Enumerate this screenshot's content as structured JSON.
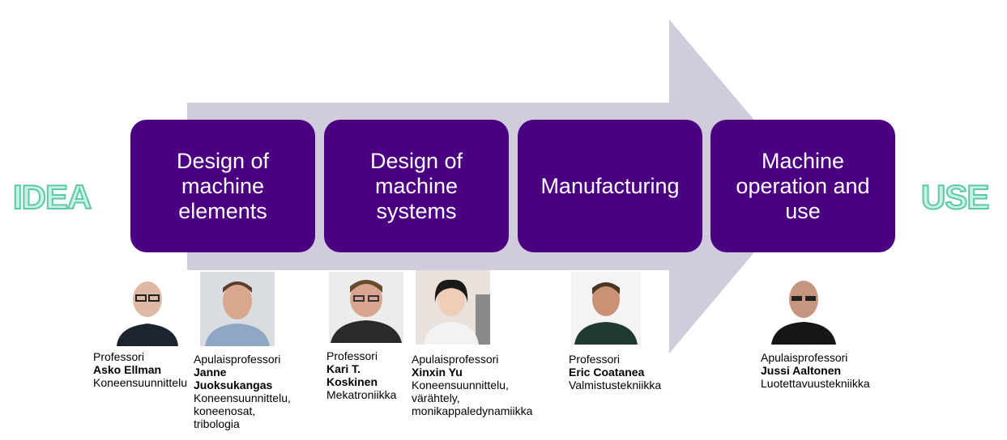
{
  "left_label": "IDEA",
  "right_label": "USE",
  "colors": {
    "stage_fill": "#4b0082",
    "arrow_fill": "#d0ccdc",
    "label_fill": "#c8f0e4",
    "label_stroke": "#5cc9a8"
  },
  "stages": [
    {
      "label": "Design of machine elements"
    },
    {
      "label": "Design of machine systems"
    },
    {
      "label": "Manufacturing"
    },
    {
      "label": "Machine operation and use"
    }
  ],
  "people": [
    {
      "title": "Professori",
      "name": "Asko Ellman",
      "field": "Koneensuunnittelu"
    },
    {
      "title": "Apulaisprofessori",
      "name": "Janne Juoksukangas",
      "field": "Koneensuunnittelu, koneenosat, tribologia"
    },
    {
      "title": "Professori",
      "name": "Kari T. Koskinen",
      "field": "Mekatroniikka"
    },
    {
      "title": "Apulaisprofessori",
      "name": "Xinxin Yu",
      "field": "Koneensuunnittelu, värähtely, monikappaledynamiikka"
    },
    {
      "title": "Professori",
      "name": "Eric Coatanea",
      "field": "Valmistustekniikka"
    },
    {
      "title": "Apulaisprofessori",
      "name": "Jussi Aaltonen",
      "field": "Luotettavuustekniikka"
    }
  ]
}
